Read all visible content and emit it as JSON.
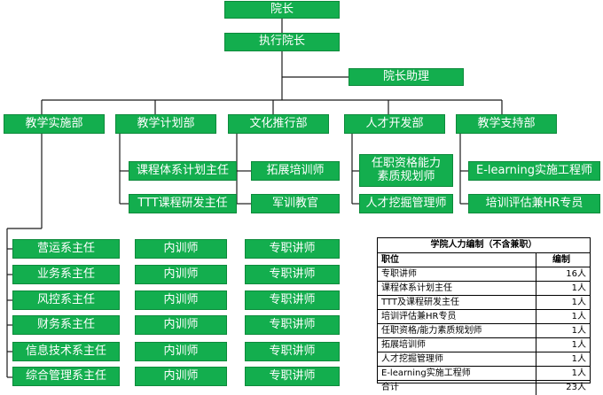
{
  "top": {
    "president": "院长",
    "executive_president": "执行院长",
    "assistant": "院长助理"
  },
  "departments": [
    {
      "name": "教学实施部"
    },
    {
      "name": "教学计划部",
      "roles": [
        "课程体系计划主任",
        "TTT课程研发主任"
      ]
    },
    {
      "name": "文化推行部",
      "roles": [
        "拓展培训师",
        "军训教官"
      ]
    },
    {
      "name": "人才开发部",
      "roles": [
        "任职资格能力素质规划师",
        "人才挖掘管理师"
      ]
    },
    {
      "name": "教学支持部",
      "roles": [
        "E-learning实施工程师",
        "培训评估兼HR专员"
      ]
    }
  ],
  "implementation_rows": [
    {
      "director": "营运系主任",
      "internal": "内训师",
      "full_time": "专职讲师"
    },
    {
      "director": "业务系主任",
      "internal": "内训师",
      "full_time": "专职讲师"
    },
    {
      "director": "风控系主任",
      "internal": "内训师",
      "full_time": "专职讲师"
    },
    {
      "director": "财务系主任",
      "internal": "内训师",
      "full_time": "专职讲师"
    },
    {
      "director": "信息技术系主任",
      "internal": "内训师",
      "full_time": "专职讲师"
    },
    {
      "director": "综合管理系主任",
      "internal": "内训师",
      "full_time": "专职讲师"
    }
  ],
  "staffing_table": {
    "title": "学院人力编制（不含兼职）",
    "header": {
      "position": "职位",
      "count": "编制"
    },
    "rows": [
      {
        "position": "专职讲师",
        "count": "16人"
      },
      {
        "position": "课程体系计划主任",
        "count": "1人"
      },
      {
        "position": "TTT及课程研发主任",
        "count": "1人"
      },
      {
        "position": "培训评估兼HR专员",
        "count": "1人"
      },
      {
        "position": "任职资格/能力素质规划师",
        "count": "1人"
      },
      {
        "position": "拓展培训师",
        "count": "1人"
      },
      {
        "position": "人才挖掘管理师",
        "count": "1人"
      },
      {
        "position": "E-learning实施工程师",
        "count": "1人"
      },
      {
        "position": "合计",
        "count": "23人"
      }
    ]
  },
  "colors": {
    "box_fill": "#13ae4e",
    "box_border": "#0d8a3b",
    "line": "#1a1a1a"
  }
}
